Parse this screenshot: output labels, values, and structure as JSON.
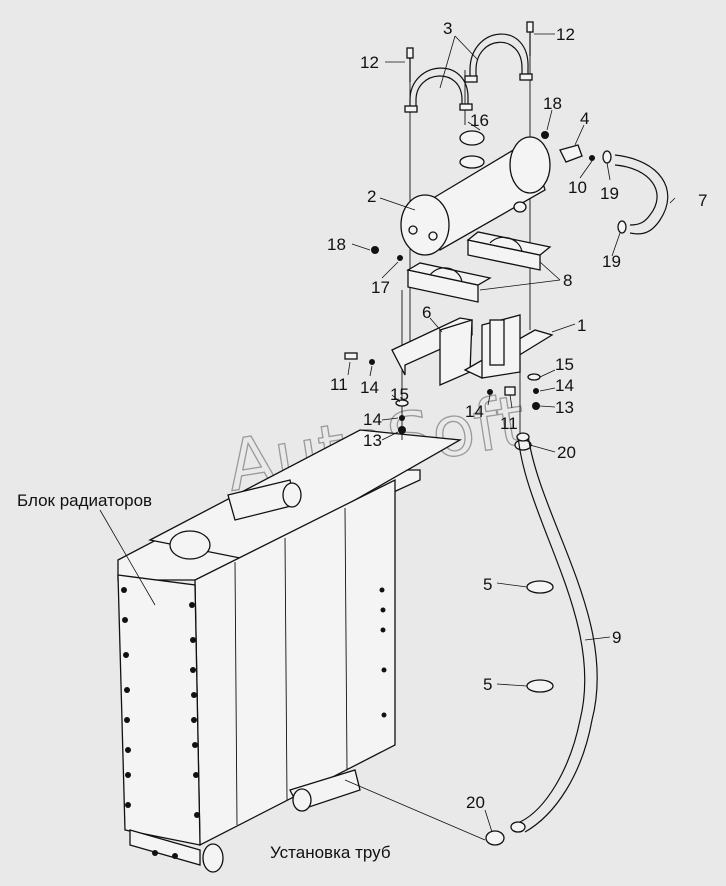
{
  "watermark": "AutoSoft",
  "captions": {
    "radiator_block": "Блок радиаторов",
    "pipe_installation": "Установка труб"
  },
  "callouts": [
    {
      "id": "c12a",
      "text": "12"
    },
    {
      "id": "c3",
      "text": "3"
    },
    {
      "id": "c12b",
      "text": "12"
    },
    {
      "id": "c16",
      "text": "16"
    },
    {
      "id": "c18a",
      "text": "18"
    },
    {
      "id": "c4",
      "text": "4"
    },
    {
      "id": "c2",
      "text": "2"
    },
    {
      "id": "c10",
      "text": "10"
    },
    {
      "id": "c19a",
      "text": "19"
    },
    {
      "id": "c7",
      "text": "7"
    },
    {
      "id": "c18b",
      "text": "18"
    },
    {
      "id": "c19b",
      "text": "19"
    },
    {
      "id": "c17",
      "text": "17"
    },
    {
      "id": "c8",
      "text": "8"
    },
    {
      "id": "c6",
      "text": "6"
    },
    {
      "id": "c1",
      "text": "1"
    },
    {
      "id": "c15a",
      "text": "15"
    },
    {
      "id": "c11a",
      "text": "11"
    },
    {
      "id": "c14a",
      "text": "14"
    },
    {
      "id": "c15b",
      "text": "15"
    },
    {
      "id": "c14b",
      "text": "14"
    },
    {
      "id": "c14c",
      "text": "14"
    },
    {
      "id": "c11b",
      "text": "11"
    },
    {
      "id": "c13a",
      "text": "13"
    },
    {
      "id": "c14d",
      "text": "14"
    },
    {
      "id": "c13b",
      "text": "13"
    },
    {
      "id": "c20a",
      "text": "20"
    },
    {
      "id": "c5a",
      "text": "5"
    },
    {
      "id": "c9",
      "text": "9"
    },
    {
      "id": "c5b",
      "text": "5"
    },
    {
      "id": "c20b",
      "text": "20"
    }
  ]
}
